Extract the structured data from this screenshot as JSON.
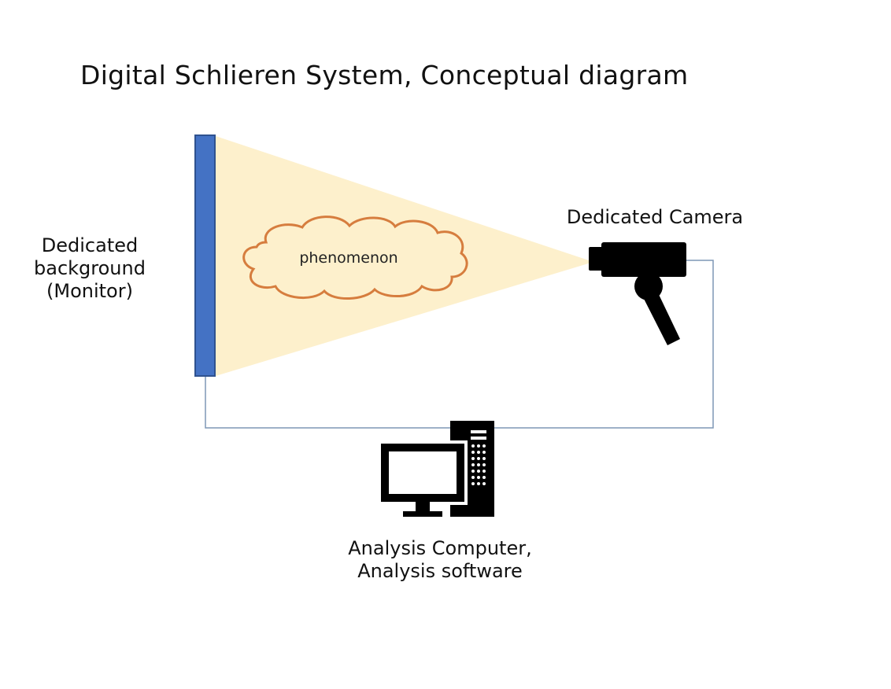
{
  "title": "Digital Schlieren System, Conceptual diagram",
  "background": {
    "lines": [
      "Dedicated",
      "background",
      "(Monitor)"
    ]
  },
  "phenomenon": {
    "label": "phenomenon"
  },
  "camera": {
    "label": "Dedicated Camera"
  },
  "computer": {
    "lines": [
      "Analysis Computer,",
      "Analysis software"
    ]
  },
  "colors": {
    "monitor_fill": "#4472c4",
    "monitor_stroke": "#2f528f",
    "light_cone": "#fdf0cc",
    "cloud_stroke": "#d67d3e",
    "connection_line": "#7f97b5",
    "device_fill": "#000000"
  },
  "icons": {
    "camera": "security-camera-icon",
    "computer": "desktop-computer-icon",
    "cloud": "cloud-shape"
  }
}
